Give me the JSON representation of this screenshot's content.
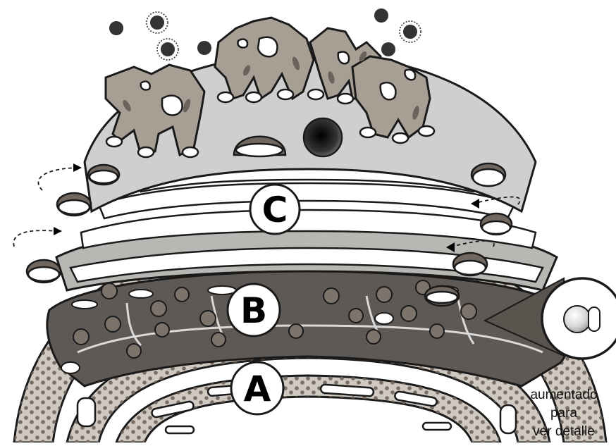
{
  "labels": {
    "a": "A",
    "b": "B",
    "c": "C"
  },
  "zoom_note": {
    "line1": "aumentado",
    "line2": "para",
    "line3": "ver detalle"
  },
  "colors": {
    "er_rough": "#cfc9c2",
    "ribosome": "#6f645c",
    "er_smooth": "#5e5955",
    "vesicle": "#6f6760",
    "golgi_cis": "#b9b7b3",
    "golgi_trans": "#cfcfcf",
    "tubular_network": "#a79f94",
    "outline": "#1a1a1a"
  }
}
